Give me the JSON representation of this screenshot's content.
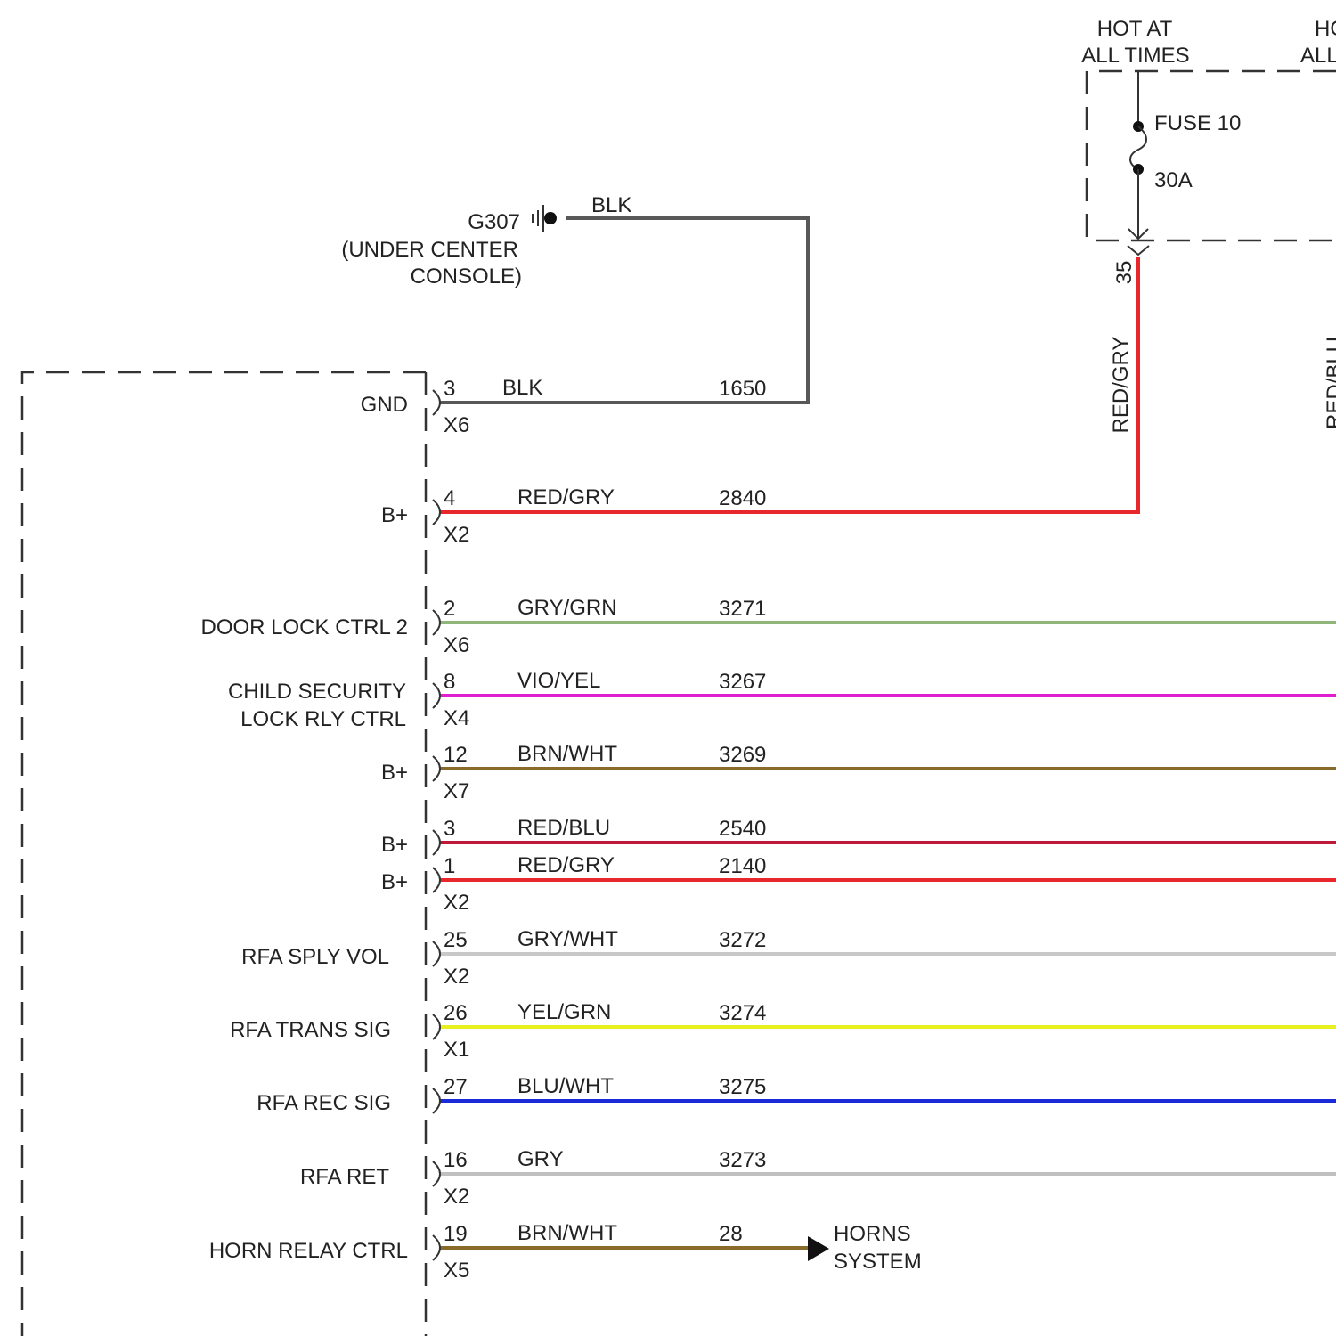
{
  "fuse_box": {
    "hot_label_1": [
      "HOT AT",
      "ALL TIMES"
    ],
    "hot_label_2_partial": [
      "HO",
      "ALL"
    ],
    "fuse_name": "FUSE 10",
    "fuse_rating": "30A",
    "pin": "35",
    "wire_color_label": "RED/GRY",
    "partial_right_wire_label": "RED/BLU"
  },
  "ground": {
    "id": "G307",
    "location": [
      "(UNDER CENTER",
      "CONSOLE)"
    ],
    "wire_color_label": "BLK"
  },
  "colors": {
    "BLK": "#585858",
    "RED/GRY": "#e8262b",
    "GRY/GRN": "#8fb57a",
    "VIO/YEL": "#e020d0",
    "BRN/WHT": "#8a6a2a",
    "RED/BLU": "#c01838",
    "GRY/WHT": "#c8c8c8",
    "YEL/GRN": "#e8f020",
    "BLU/WHT": "#1a2ad8",
    "GRY": "#c0c0c0"
  },
  "circuits": [
    {
      "function": [
        "GND"
      ],
      "pin": "3",
      "connector": "X6",
      "color": "BLK",
      "circuit": "1650"
    },
    {
      "function": [
        "B+"
      ],
      "pin": "4",
      "connector": "X2",
      "color": "RED/GRY",
      "circuit": "2840"
    },
    {
      "function": [
        "DOOR LOCK CTRL 2"
      ],
      "pin": "2",
      "connector": "X6",
      "color": "GRY/GRN",
      "circuit": "3271"
    },
    {
      "function": [
        "CHILD SECURITY",
        "LOCK RLY CTRL"
      ],
      "pin": "8",
      "connector": "X4",
      "color": "VIO/YEL",
      "circuit": "3267"
    },
    {
      "function": [
        "B+"
      ],
      "pin": "12",
      "connector": "X7",
      "color": "BRN/WHT",
      "circuit": "3269"
    },
    {
      "function": [
        "B+"
      ],
      "pin": "3",
      "connector": "",
      "color": "RED/BLU",
      "circuit": "2540"
    },
    {
      "function": [
        "B+"
      ],
      "pin": "1",
      "connector": "X2",
      "color": "RED/GRY",
      "circuit": "2140"
    },
    {
      "function": [
        "RFA SPLY VOL"
      ],
      "pin": "25",
      "connector": "X2",
      "color": "GRY/WHT",
      "circuit": "3272"
    },
    {
      "function": [
        "RFA TRANS SIG"
      ],
      "pin": "26",
      "connector": "X1",
      "color": "YEL/GRN",
      "circuit": "3274"
    },
    {
      "function": [
        "RFA REC SIG"
      ],
      "pin": "27",
      "connector": "",
      "color": "BLU/WHT",
      "circuit": "3275"
    },
    {
      "function": [
        "RFA RET"
      ],
      "pin": "16",
      "connector": "X2",
      "color": "GRY",
      "circuit": "3273"
    },
    {
      "function": [
        "HORN RELAY CTRL"
      ],
      "pin": "19",
      "connector": "X5",
      "color": "BRN/WHT",
      "circuit": "28"
    }
  ],
  "destination": {
    "label": [
      "HORNS",
      "SYSTEM"
    ]
  }
}
